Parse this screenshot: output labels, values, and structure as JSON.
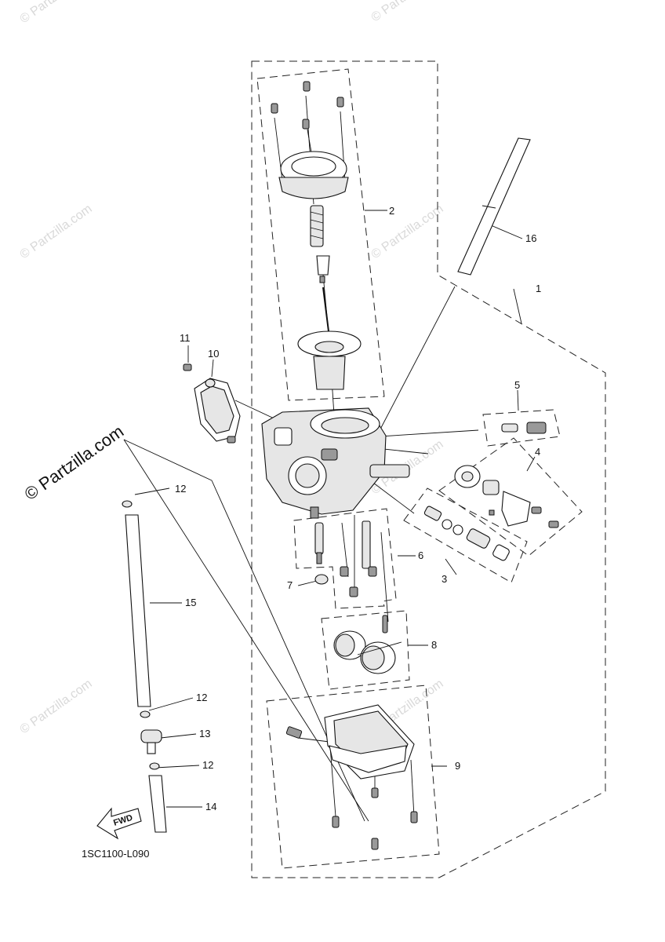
{
  "watermarks": {
    "small_text": "© Partzilla.com",
    "large_text": "© Partzilla.com"
  },
  "diagram_code": "1SC1100-L090",
  "fwd_label": "FWD",
  "callouts": {
    "c1": "1",
    "c2": "2",
    "c3": "3",
    "c4": "4",
    "c5": "5",
    "c6": "6",
    "c7": "7",
    "c8": "8",
    "c9": "9",
    "c10": "10",
    "c11": "11",
    "c12a": "12",
    "c12b": "12",
    "c12c": "12",
    "c13": "13",
    "c14": "14",
    "c15": "15",
    "c16": "16"
  },
  "colors": {
    "line": "#111111",
    "watermark": "#d9d9d9"
  }
}
